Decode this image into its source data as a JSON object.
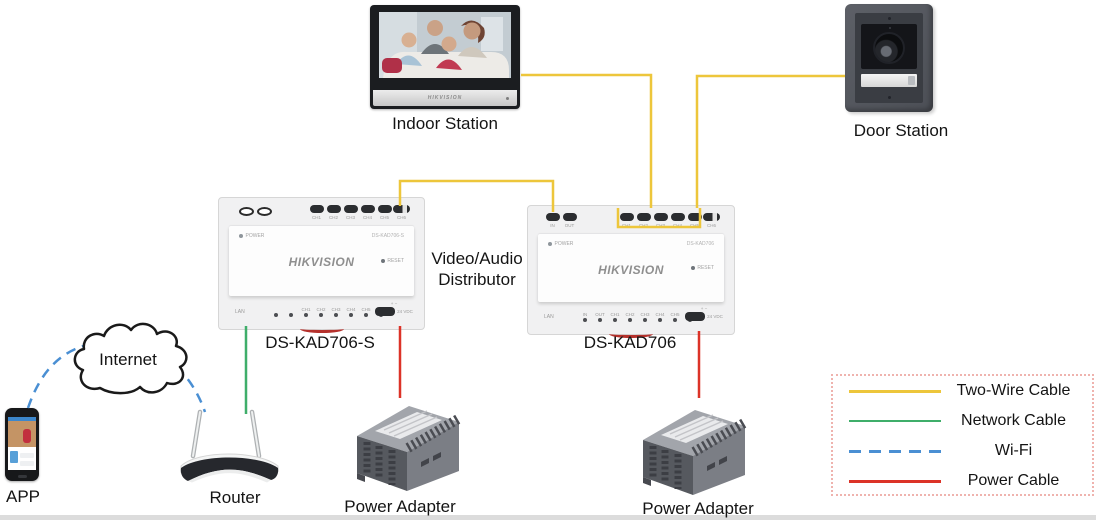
{
  "nodes": {
    "indoor_station": {
      "label": "Indoor Station",
      "brand": "HIKVISION"
    },
    "door_station": {
      "label": "Door Station"
    },
    "distributor_caption": "Video/Audio Distributor",
    "dist_s": {
      "caption": "DS-KAD706-S",
      "panel_model": "DS-KAD706-S",
      "brand": "HIKVISION",
      "power": "POWER",
      "reset": "RESET",
      "lan": "LAN",
      "plusminus": "+ −",
      "dc": "24 VDC",
      "top_ports": [
        "CH1",
        "CH2",
        "CH3",
        "CH4",
        "CH5",
        "CH6"
      ],
      "bottom_ports": [
        "",
        "",
        "CH1",
        "CH2",
        "CH3",
        "CH4",
        "CH5",
        "CH6"
      ]
    },
    "dist": {
      "caption": "DS-KAD706",
      "panel_model": "DS-KAD706",
      "brand": "HIKVISION",
      "power": "POWER",
      "reset": "RESET",
      "lan": "LAN",
      "plusminus": "+ −",
      "dc": "24 VDC",
      "top_io": [
        "IN",
        "OUT"
      ],
      "top_ports": [
        "CH1",
        "CH2",
        "CH3",
        "CH4",
        "CH5",
        "CH6"
      ],
      "bottom_ports": [
        "IN",
        "OUT",
        "CH1",
        "CH2",
        "CH3",
        "CH4",
        "CH5",
        "CH6"
      ]
    },
    "app": {
      "label": "APP"
    },
    "internet": {
      "label": "Internet"
    },
    "router": {
      "label": "Router"
    },
    "power_adapter_left": {
      "label": "Power Adapter"
    },
    "power_adapter_right": {
      "label": "Power Adapter"
    }
  },
  "legend": {
    "items": [
      {
        "label": "Two-Wire Cable",
        "color": "#EDC63B",
        "style": "solid"
      },
      {
        "label": "Network Cable",
        "color": "#3FAE6A",
        "style": "solid"
      },
      {
        "label": "Wi-Fi",
        "color": "#4A8FD3",
        "style": "dashed"
      },
      {
        "label": "Power Cable",
        "color": "#DC3328",
        "style": "solid"
      }
    ]
  },
  "connections": [
    {
      "from": "Indoor Station",
      "to": "DS-KAD706 CH port",
      "type": "Two-Wire Cable"
    },
    {
      "from": "Door Station",
      "to": "DS-KAD706 CH port",
      "type": "Two-Wire Cable"
    },
    {
      "from": "DS-KAD706-S CH6",
      "to": "DS-KAD706 IN",
      "type": "Two-Wire Cable"
    },
    {
      "from": "DS-KAD706-S LAN",
      "to": "Router",
      "type": "Network Cable"
    },
    {
      "from": "APP",
      "to": "Router",
      "type": "Wi-Fi via Internet"
    },
    {
      "from": "Power Adapter",
      "to": "DS-KAD706-S",
      "type": "Power Cable"
    },
    {
      "from": "Power Adapter",
      "to": "DS-KAD706",
      "type": "Power Cable"
    }
  ],
  "colors": {
    "two_wire": "#EDC63B",
    "network": "#3FAE6A",
    "wifi": "#4A8FD3",
    "power": "#DC3328"
  }
}
